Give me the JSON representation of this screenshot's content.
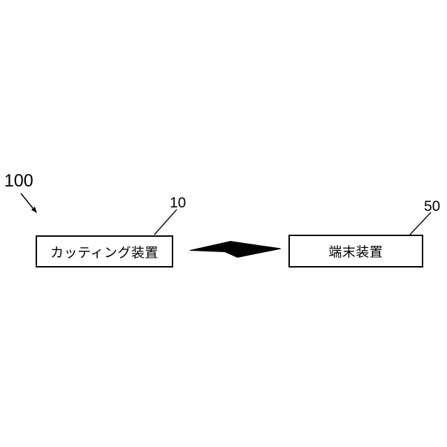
{
  "diagram": {
    "background_color": "#ffffff",
    "line_color": "#000000",
    "system_ref": "100",
    "cutting_device": {
      "ref": "10",
      "label": "カッティング装置"
    },
    "terminal_device": {
      "ref": "50",
      "label": "端末装置"
    },
    "connection": {
      "icon": "lightning-bolt-icon"
    }
  }
}
